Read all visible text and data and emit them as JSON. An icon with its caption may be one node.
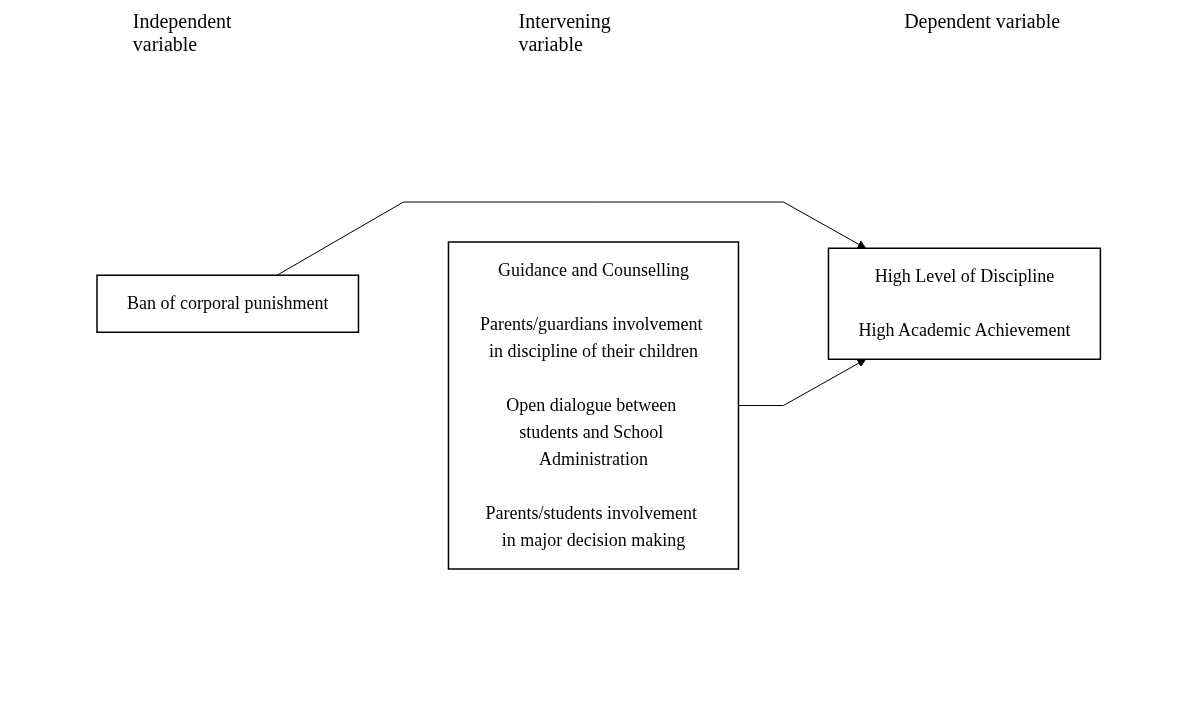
{
  "diagram": {
    "nodes": [
      {
        "text": [
          "Ban of corporal punishment"
        ]
      },
      {
        "text": [
          "Guidance and Counselling",
          "Parents/guardians involvement in discipline of their children",
          "Open dialogue between students and School Administration",
          "Parents/students involvement in major decision making"
        ]
      },
      {
        "text": [
          "High Level of Discipline",
          "High Academic Achievement"
        ]
      }
    ],
    "edges": [
      {
        "from": 0,
        "to": 2,
        "arrow": "to"
      },
      {
        "from": 1,
        "to": 2,
        "arrow": "to"
      }
    ],
    "labels": [
      "Independent variable",
      "Intervening variable",
      "Dependent variable"
    ]
  }
}
